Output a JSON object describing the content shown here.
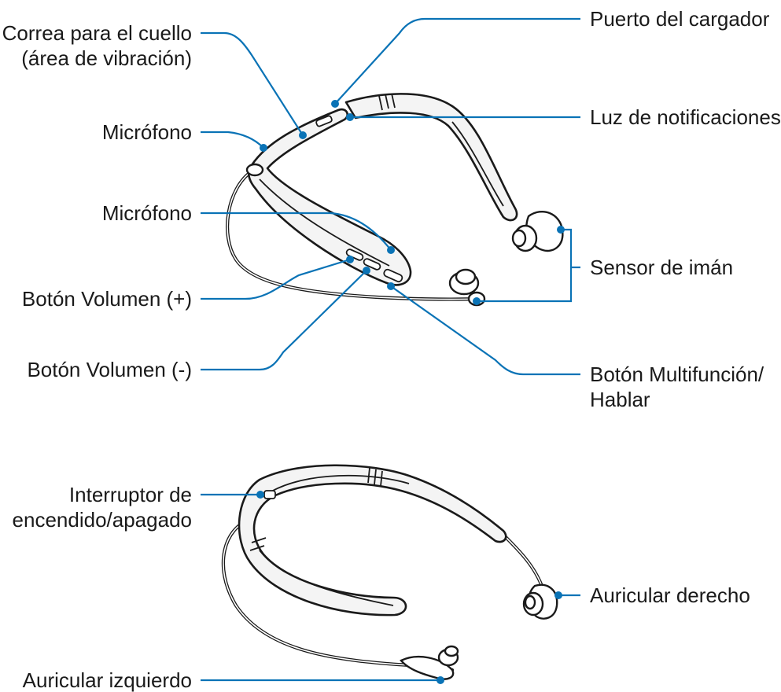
{
  "labels": {
    "neck_strap_line1": "Correa para el cuello",
    "neck_strap_line2": "(área de vibración)",
    "mic_top": "Micrófono",
    "mic_mid": "Micrófono",
    "vol_up": "Botón Volumen (+)",
    "vol_down": "Botón Volumen (-)",
    "charger_port": "Puerto del cargador",
    "notification_light": "Luz de notificaciones",
    "magnet_sensor": "Sensor de imán",
    "multifunction_line1": "Botón Multifunción/",
    "multifunction_line2": "Hablar",
    "power_switch_line1": "Interruptor de",
    "power_switch_line2": "encendido/apagado",
    "right_earbud": "Auricular derecho",
    "left_earbud": "Auricular izquierdo"
  },
  "colors": {
    "leader": "#0a73b6",
    "outline": "#1a1a1a",
    "text": "#1a1a1a"
  }
}
